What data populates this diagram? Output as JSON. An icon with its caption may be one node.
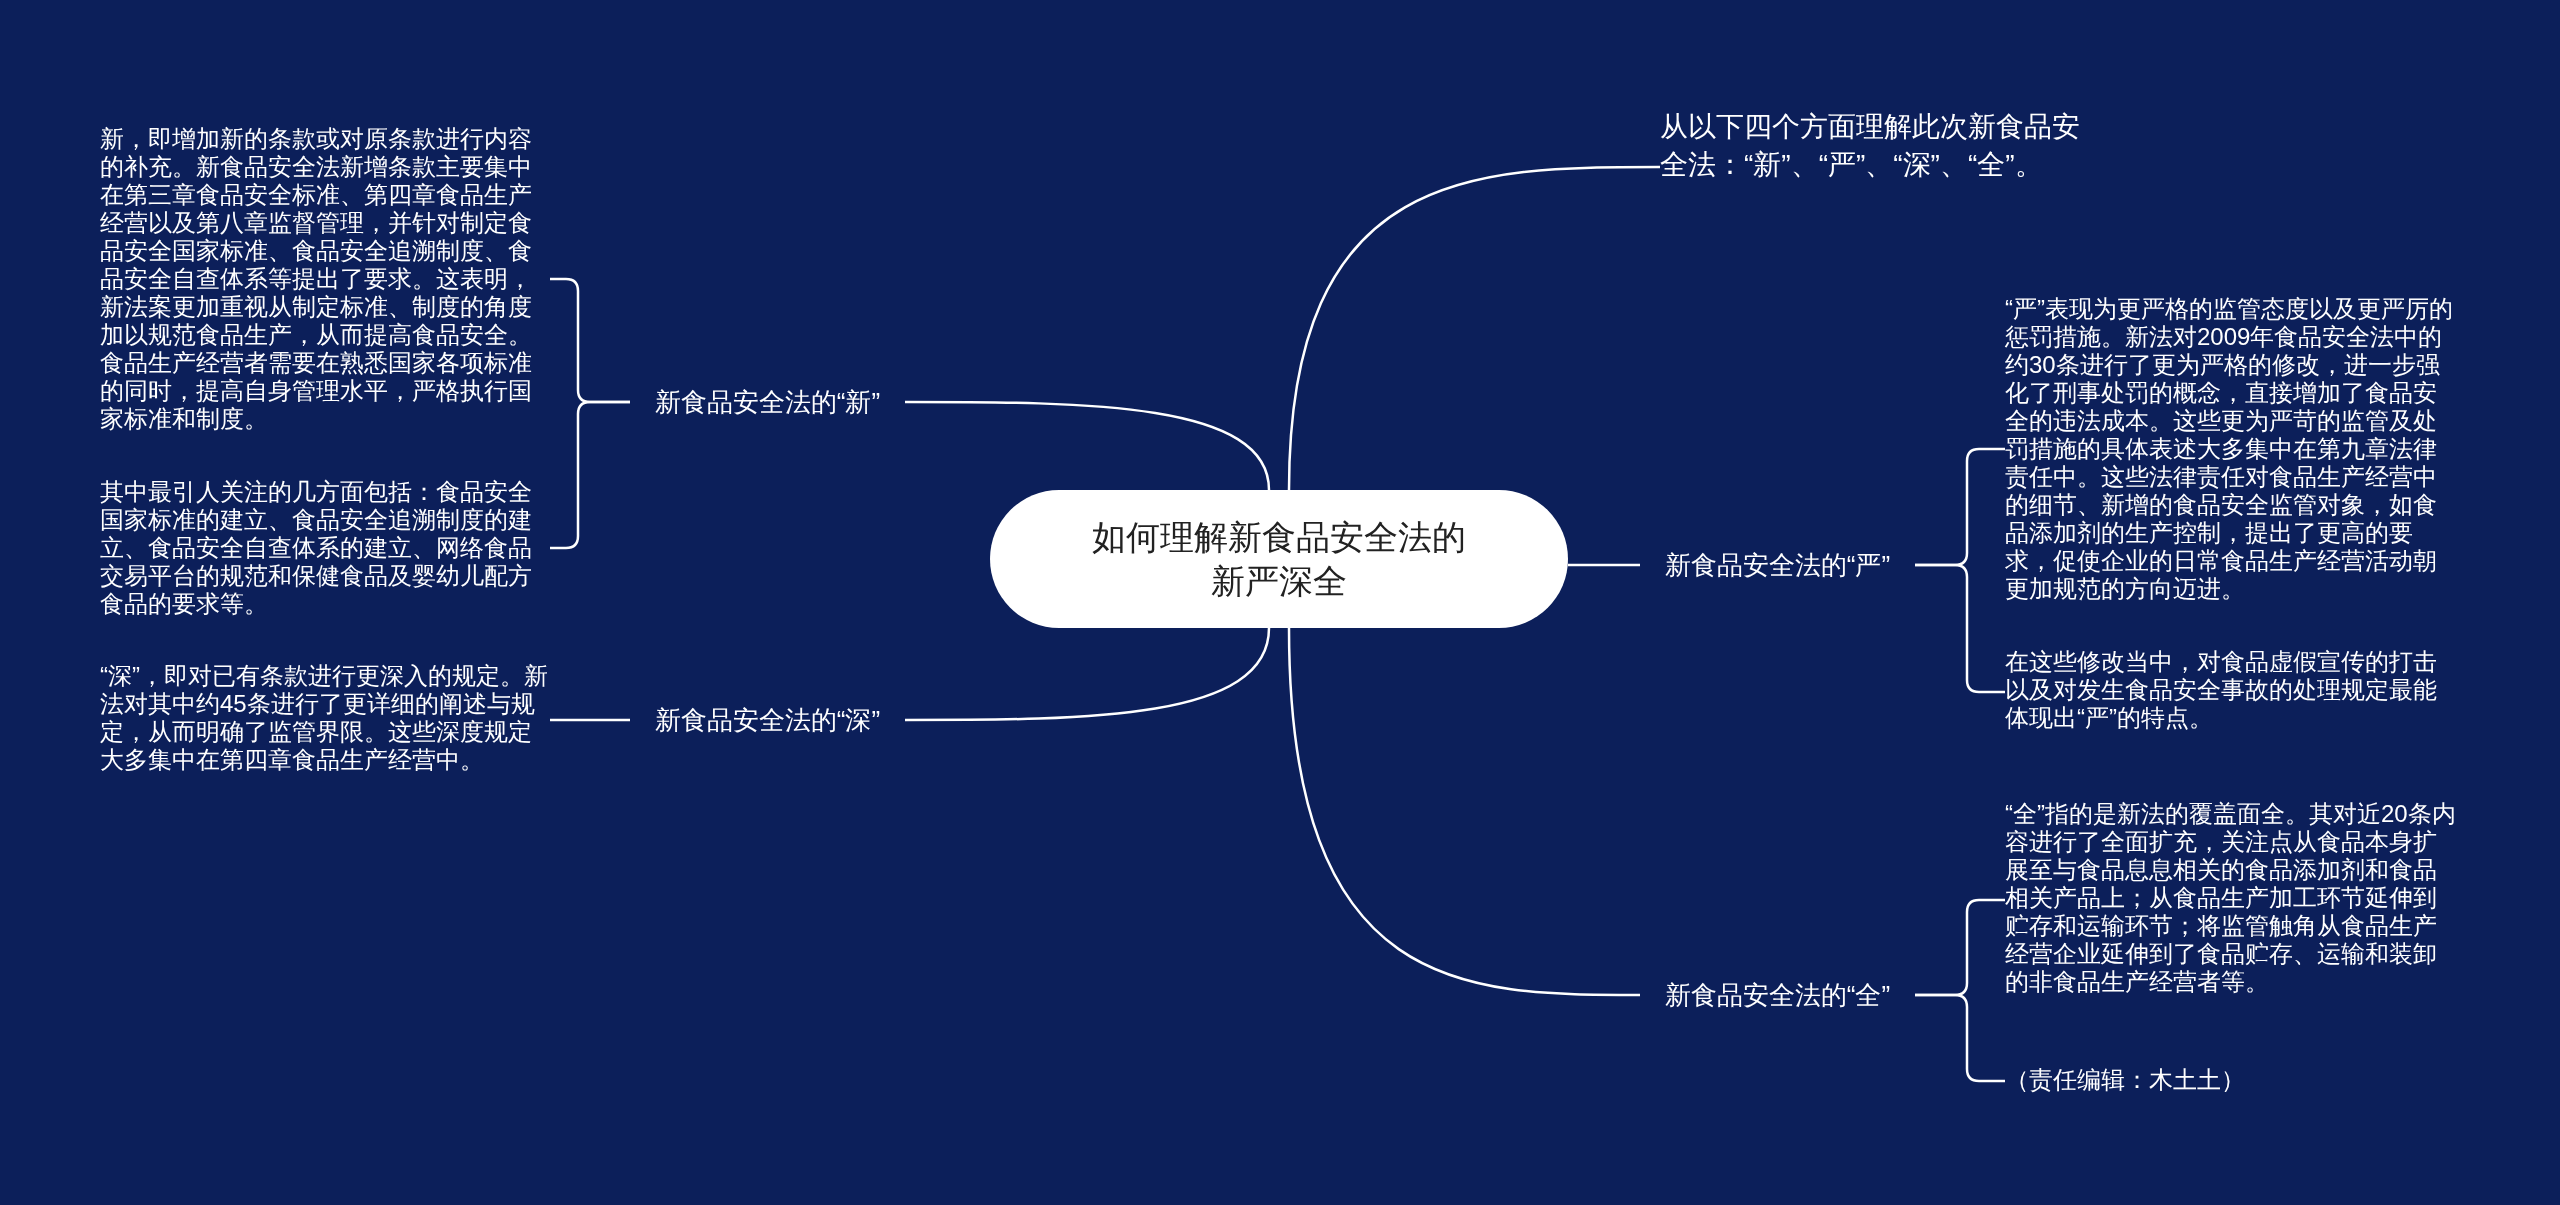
{
  "diagram": {
    "nodes": [
      {
        "text": [
          "如何理解新食品安全法的新严深全"
        ]
      },
      {
        "text": [
          "从以下四个方面理解此次新食品安全法：“新”、“严”、“深”、“全”。"
        ]
      },
      {
        "text": [
          "新食品安全法的“新”"
        ]
      },
      {
        "text": [
          "新，即增加新的条款或对原条款进行内容的补充。新食品安全法新增条款主要集中在第三章食品安全标准、第四章食品生产经营以及第八章监督管理，并针对制定食品安全国家标准、食品安全追溯制度、食品安全自查体系等提出了要求。这表明，新法案更加重视从制定标准、制度的角度加以规范食品生产，从而提高食品安全。食品生产经营者需要在熟悉国家各项标准的同时，提高自身管理水平，严格执行国家标准和制度。"
        ]
      },
      {
        "text": [
          "其中最引人关注的几方面包括：食品安全国家标准的建立、食品安全追溯制度的建立、食品安全自查体系的建立、网络食品交易平台的规范和保健食品及婴幼儿配方食品的要求等。"
        ]
      },
      {
        "text": [
          "新食品安全法的“严”"
        ]
      },
      {
        "text": [
          "“严”表现为更严格的监管态度以及更严厉的惩罚措施。新法对2009年食品安全法中的约30条进行了更为严格的修改，进一步强化了刑事处罚的概念，直接增加了食品安全的违法成本。这些更为严苛的监管及处罚措施的具体表述大多集中在第九章法律责任中。这些法律责任对食品生产经营中的细节、新增的食品安全监管对象，如食品添加剂的生产控制，提出了更高的要求，促使企业的日常食品生产经营活动朝更加规范的方向迈进。"
        ]
      },
      {
        "text": [
          "在这些修改当中，对食品虚假宣传的打击以及对发生食品安全事故的处理规定最能体现出“严”的特点。"
        ]
      },
      {
        "text": [
          "新食品安全法的“深”"
        ]
      },
      {
        "text": [
          "“深”，即对已有条款进行更深入的规定。新法对其中约45条进行了更详细的阐述与规定，从而明确了监管界限。这些深度规定大多集中在第四章食品生产经营中。"
        ]
      },
      {
        "text": [
          "新食品安全法的“全”"
        ]
      },
      {
        "text": [
          "“全”指的是新法的覆盖面全。其对近20条内容进行了全面扩充，关注点从食品本身扩展至与食品息息相关的食品添加剂和食品相关产品上；从食品生产加工环节延伸到贮存和运输环节；将监管触角从食品生产经营企业延伸到了食品贮存、运输和装卸的非食品生产经营者等。"
        ]
      },
      {
        "text": [
          "（责任编辑：木土土）"
        ]
      }
    ],
    "edges": [
      {
        "from": 0,
        "to": 1,
        "arrow": "none"
      },
      {
        "from": 0,
        "to": 2,
        "arrow": "none"
      },
      {
        "from": 0,
        "to": 5,
        "arrow": "none"
      },
      {
        "from": 0,
        "to": 8,
        "arrow": "none"
      },
      {
        "from": 0,
        "to": 10,
        "arrow": "none"
      },
      {
        "from": 2,
        "to": 3,
        "arrow": "none"
      },
      {
        "from": 2,
        "to": 4,
        "arrow": "none"
      },
      {
        "from": 5,
        "to": 6,
        "arrow": "none"
      },
      {
        "from": 5,
        "to": 7,
        "arrow": "none"
      },
      {
        "from": 8,
        "to": 9,
        "arrow": "none"
      },
      {
        "from": 10,
        "to": 11,
        "arrow": "none"
      },
      {
        "from": 10,
        "to": 12,
        "arrow": "none"
      }
    ]
  }
}
